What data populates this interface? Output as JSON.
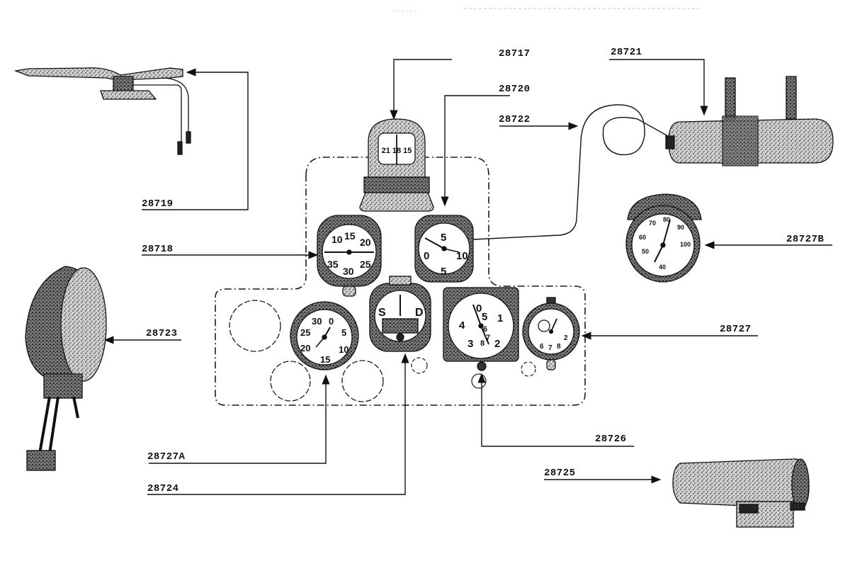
{
  "labels": {
    "l28717": "28717",
    "l28720": "28720",
    "l28721": "28721",
    "l28722": "28722",
    "l28719": "28719",
    "l28718": "28718",
    "l28727B": "28727B",
    "l28723": "28723",
    "l28727": "28727",
    "l28726": "28726",
    "l28727A": "28727A",
    "l28725": "28725",
    "l28724": "28724"
  },
  "dial_text": {
    "compass_top": "21 18 15",
    "airspeed_nums": [
      "10",
      "15",
      "20",
      "35",
      "30",
      "25"
    ],
    "altimeter_nums": [
      "5",
      "0",
      "10",
      "5"
    ],
    "clock_left_nums": [
      "30",
      "0",
      "25",
      "5",
      "20",
      "10",
      "15"
    ],
    "turn_bank_letters": [
      "S",
      "D"
    ],
    "tach_nums": [
      "0",
      "1",
      "2",
      "3",
      "4",
      "5",
      "6",
      "7",
      "8"
    ],
    "stopwatch_nums": [
      "6",
      "7",
      "8",
      "2"
    ],
    "gauge_b_nums": [
      "70",
      "80",
      "90",
      "60",
      "100",
      "50",
      "40"
    ]
  }
}
